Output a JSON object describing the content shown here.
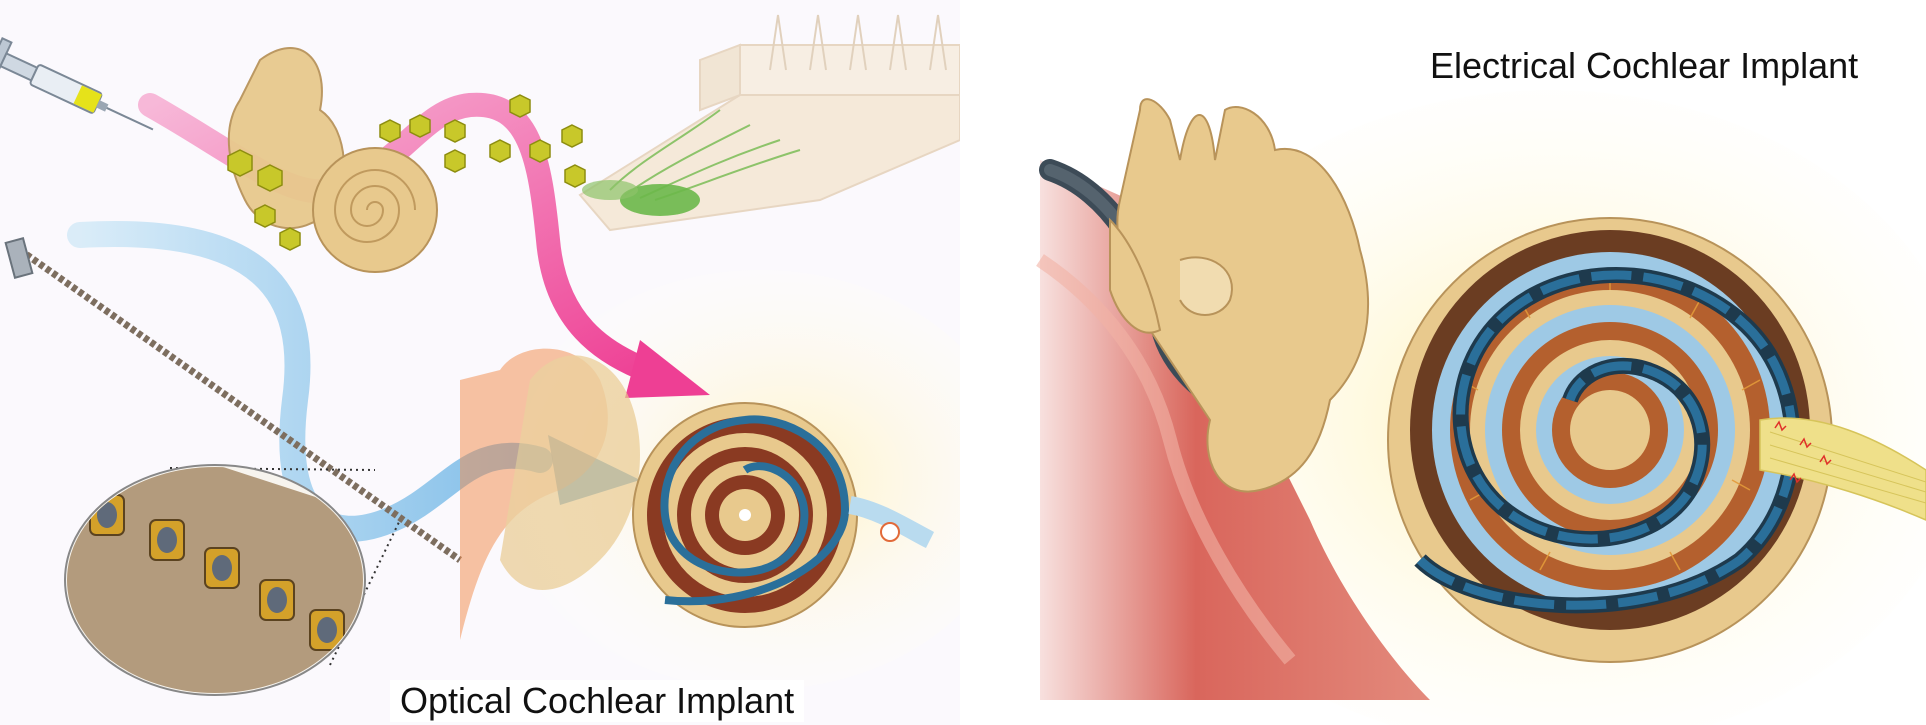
{
  "panels": [
    {
      "id": "optical",
      "title": "Optical Cochlear Implant"
    },
    {
      "id": "electrical",
      "title": "Electrical Cochlear Implant"
    }
  ],
  "colors": {
    "tissue": "#e8c98d",
    "tissue_outline": "#b8935a",
    "gene_path": "#ee3f94",
    "implant_path": "#73b7e6",
    "virus": "#c8c82a",
    "neuron_bundle": "#efe08a",
    "electrode": "#2a6f9a",
    "red_tissue": "#d9665c",
    "glow": "#fff1b3"
  }
}
